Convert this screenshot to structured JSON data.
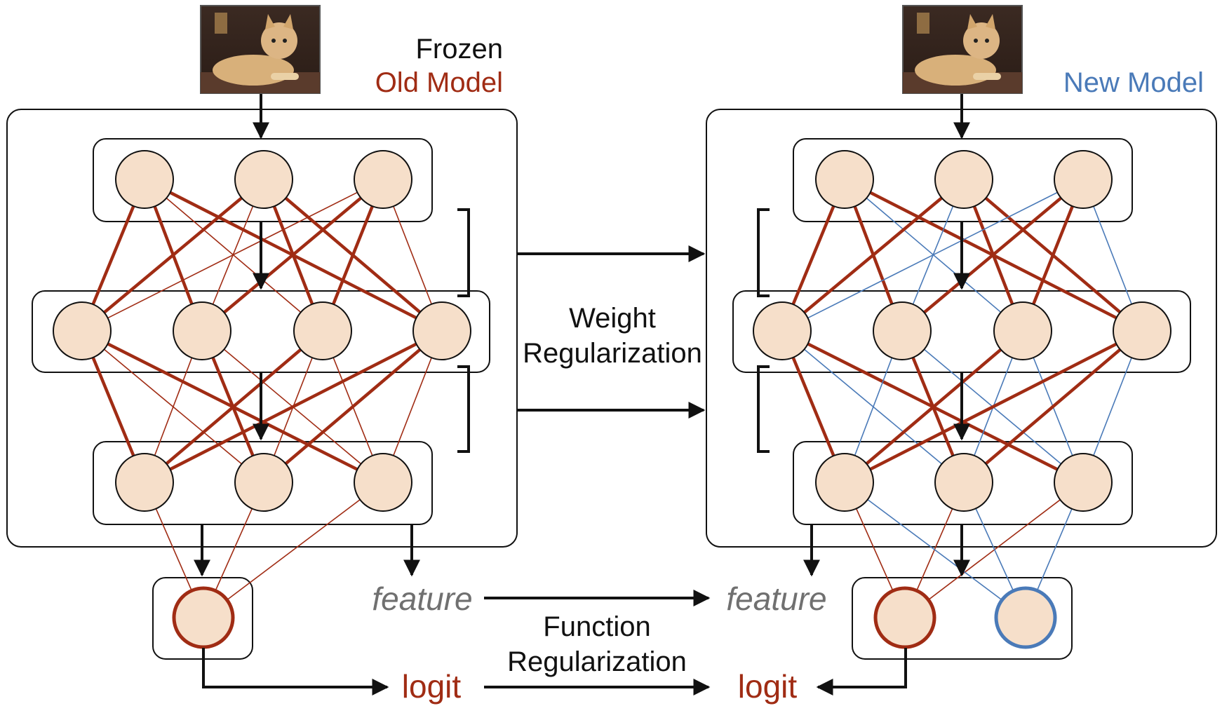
{
  "colors": {
    "old": "#a02c14",
    "new": "#4a7ab8",
    "node_fill": "#f6dfca",
    "feature_text": "#707070",
    "stroke": "#111111"
  },
  "old_model": {
    "label_top": "Frozen",
    "label_name": "Old Model",
    "image_icon": "cat-photo-icon"
  },
  "new_model": {
    "label_name": "New Model",
    "image_icon": "cat-photo-icon"
  },
  "middle": {
    "weight_reg_line1": "Weight",
    "weight_reg_line2": "Regularization",
    "function_reg_line1": "Function",
    "function_reg_line2": "Regularization"
  },
  "outputs": {
    "old_feature": "feature",
    "old_logit": "logit",
    "new_feature": "feature",
    "new_logit": "logit"
  }
}
